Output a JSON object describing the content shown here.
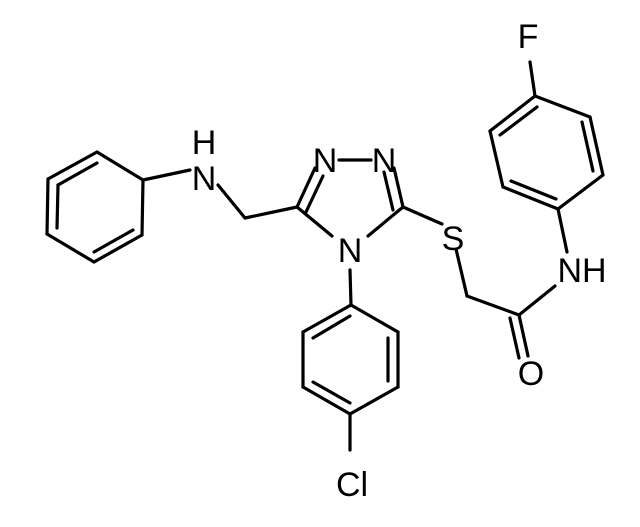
{
  "figure": {
    "atom_labels": {
      "fluorine": "F",
      "amide_nh": "NH",
      "sulfur": "S",
      "triazole_n1": "N",
      "triazole_n2": "N",
      "triazole_n4": "N",
      "amine_n": "N",
      "amine_h": "H",
      "carbonyl_o": "O",
      "chlorine": "Cl"
    }
  }
}
